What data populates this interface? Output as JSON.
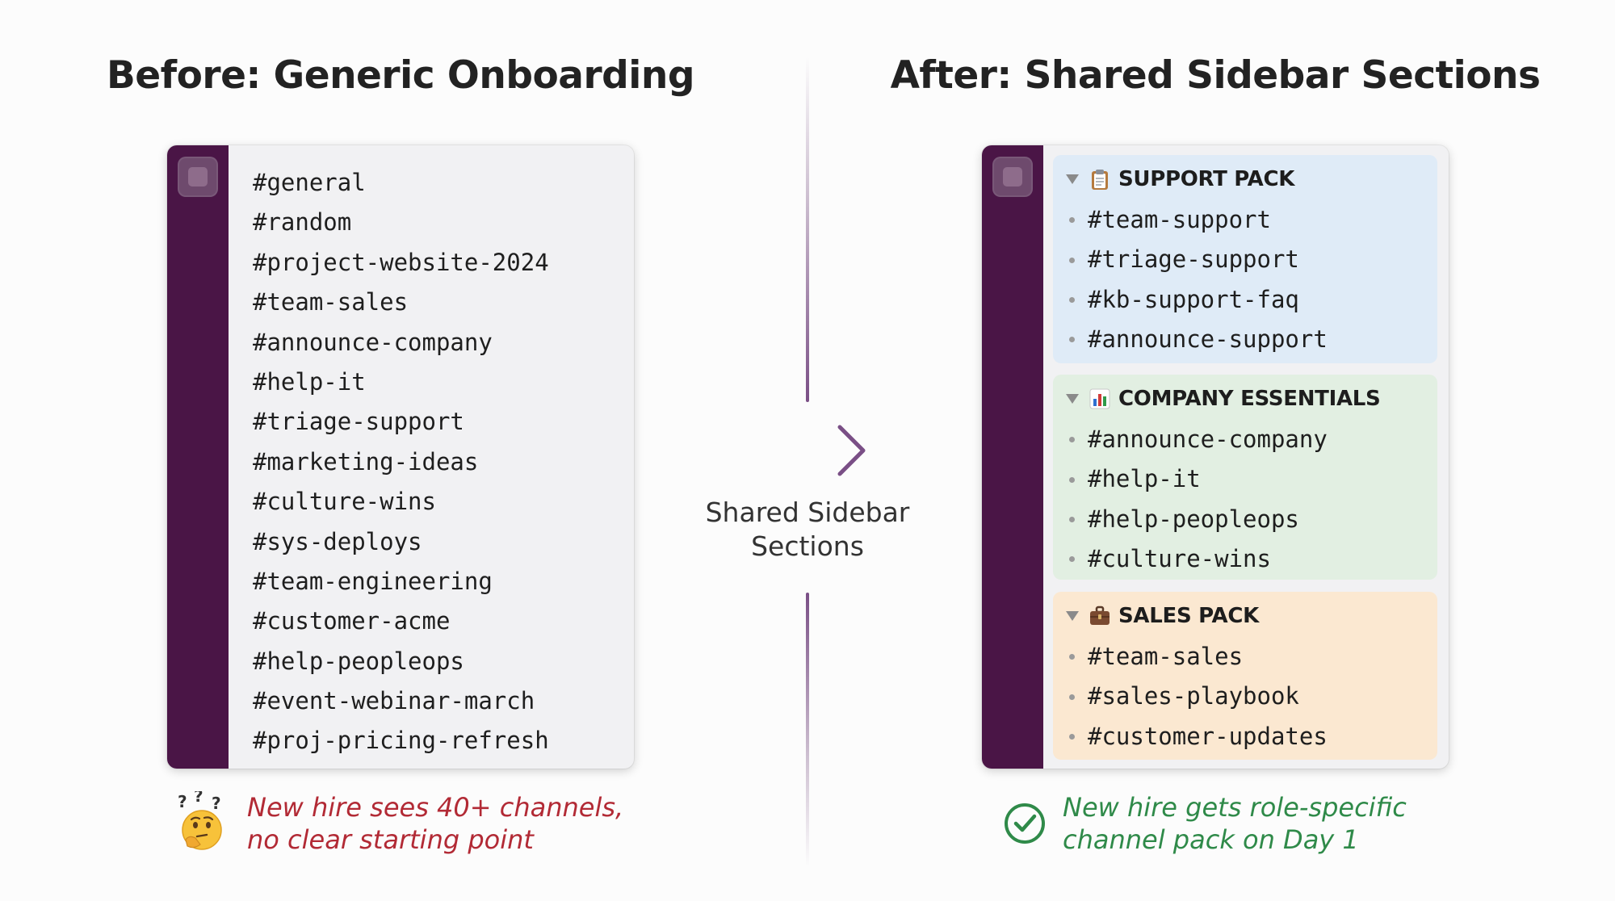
{
  "headings": {
    "before": "Before: Generic Onboarding",
    "after": "After: Shared Sidebar Sections"
  },
  "center_label": {
    "line1": "Shared Sidebar",
    "line2": "Sections"
  },
  "before_channels": [
    "#general",
    "#random",
    "#project-website-2024",
    "#team-sales",
    "#announce-company",
    "#help-it",
    "#triage-support",
    "#marketing-ideas",
    "#culture-wins",
    "#sys-deploys",
    "#team-engineering",
    "#customer-acme",
    "#help-peopleops",
    "#event-webinar-march",
    "#proj-pricing-refresh"
  ],
  "after_sections": [
    {
      "title": "SUPPORT PACK",
      "icon": "clipboard-icon",
      "color": "#dfebf7",
      "channels": [
        "#team-support",
        "#triage-support",
        "#kb-support-faq",
        "#announce-support"
      ]
    },
    {
      "title": "COMPANY ESSENTIALS",
      "icon": "bar-chart-icon",
      "color": "#e2efe2",
      "channels": [
        "#announce-company",
        "#help-it",
        "#help-peopleops",
        "#culture-wins"
      ]
    },
    {
      "title": "SALES PACK",
      "icon": "briefcase-icon",
      "color": "#fbe8d1",
      "channels": [
        "#team-sales",
        "#sales-playbook",
        "#customer-updates"
      ]
    }
  ],
  "captions": {
    "before": {
      "line1": "New hire sees 40+ channels,",
      "line2": "no clear starting point",
      "icon": "thinking-face-icon",
      "color": "#b22a35"
    },
    "after": {
      "line1": "New hire gets role-specific",
      "line2": "channel pack on Day 1",
      "icon": "check-circle-icon",
      "color": "#2f8a49"
    }
  },
  "colors": {
    "rail": "#4a1546",
    "arrow": "#7a4f86"
  }
}
